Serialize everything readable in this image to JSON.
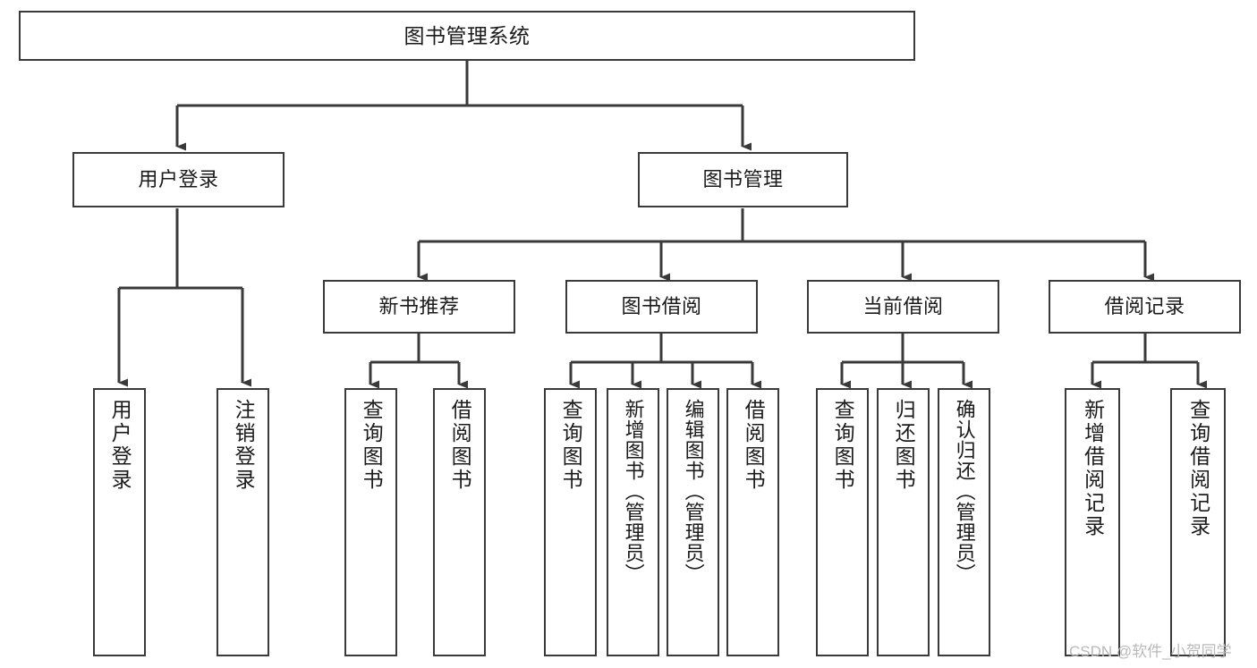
{
  "diagram": {
    "title": "图书管理系统",
    "type": "hierarchy-tree",
    "watermark": "CSDN @软件_小贺同学",
    "colors": {
      "line": "#3a3a3a",
      "box_fill": "#ffffff",
      "text": "#1b1b1b",
      "watermark": "#b9b9b9"
    },
    "nodes": {
      "root": {
        "label": "图书管理系统"
      },
      "level1": [
        {
          "label": "用户登录"
        },
        {
          "label": "图书管理"
        }
      ],
      "level2": [
        {
          "label": "新书推荐"
        },
        {
          "label": "图书借阅"
        },
        {
          "label": "当前借阅"
        },
        {
          "label": "借阅记录"
        }
      ],
      "leaves": {
        "user_login": [
          {
            "label": "用户登录"
          },
          {
            "label": "注销登录"
          }
        ],
        "new_book_recommend": [
          {
            "label": "查询图书"
          },
          {
            "label": "借阅图书"
          }
        ],
        "book_borrow": [
          {
            "label": "查询图书"
          },
          {
            "label": "新增图书（管理员）"
          },
          {
            "label": "编辑图书（管理员）"
          },
          {
            "label": "借阅图书"
          }
        ],
        "current_borrow": [
          {
            "label": "查询图书"
          },
          {
            "label": "归还图书"
          },
          {
            "label": "确认归还（管理员）"
          }
        ],
        "borrow_record": [
          {
            "label": "新增借阅记录"
          },
          {
            "label": "查询借阅记录"
          }
        ]
      }
    }
  }
}
